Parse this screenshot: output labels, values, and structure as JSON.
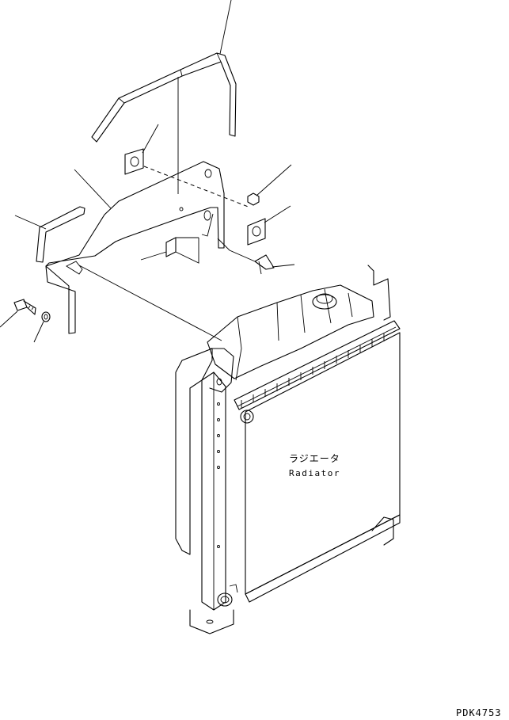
{
  "labels": {
    "component_jp": "ラジエータ",
    "component_en": "Radiator",
    "drawing_code": "PDK4753"
  },
  "colors": {
    "line": "#000000",
    "background": "#ffffff"
  }
}
